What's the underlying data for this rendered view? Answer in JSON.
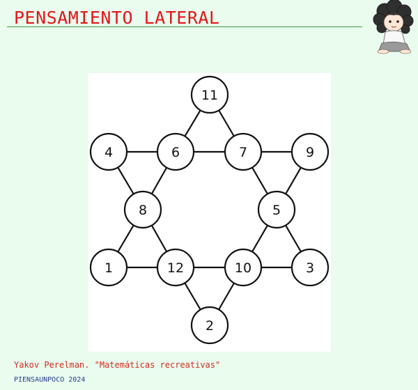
{
  "header": {
    "title": "PENSAMIENTO LATERAL"
  },
  "diagram": {
    "nodes": [
      {
        "id": "top",
        "label": "11"
      },
      {
        "id": "upper-left-outer",
        "label": "4"
      },
      {
        "id": "upper-left-inner",
        "label": "6"
      },
      {
        "id": "upper-right-inner",
        "label": "7"
      },
      {
        "id": "upper-right-outer",
        "label": "9"
      },
      {
        "id": "middle-left",
        "label": "8"
      },
      {
        "id": "middle-right",
        "label": "5"
      },
      {
        "id": "lower-left-outer",
        "label": "1"
      },
      {
        "id": "lower-left-inner",
        "label": "12"
      },
      {
        "id": "lower-right-inner",
        "label": "10"
      },
      {
        "id": "lower-right-outer",
        "label": "3"
      },
      {
        "id": "bottom",
        "label": "2"
      }
    ],
    "edges": [
      [
        "top",
        "upper-left-inner"
      ],
      [
        "top",
        "upper-right-inner"
      ],
      [
        "upper-left-outer",
        "upper-left-inner"
      ],
      [
        "upper-left-inner",
        "upper-right-inner"
      ],
      [
        "upper-right-inner",
        "upper-right-outer"
      ],
      [
        "upper-left-outer",
        "middle-left"
      ],
      [
        "upper-left-inner",
        "middle-left"
      ],
      [
        "upper-right-inner",
        "middle-right"
      ],
      [
        "upper-right-outer",
        "middle-right"
      ],
      [
        "middle-left",
        "lower-left-outer"
      ],
      [
        "middle-left",
        "lower-left-inner"
      ],
      [
        "middle-right",
        "lower-right-inner"
      ],
      [
        "middle-right",
        "lower-right-outer"
      ],
      [
        "lower-left-outer",
        "lower-left-inner"
      ],
      [
        "lower-left-inner",
        "lower-right-inner"
      ],
      [
        "lower-right-inner",
        "lower-right-outer"
      ],
      [
        "lower-left-inner",
        "bottom"
      ],
      [
        "lower-right-inner",
        "bottom"
      ]
    ]
  },
  "footer": {
    "credit": "Yakov Perelman. \"Matemáticas recreativas\"",
    "brand": "PIENSAUNPOCO 2024"
  },
  "colors": {
    "background": "#e9fcee",
    "title": "#e2171b",
    "rule": "#3d9a3d",
    "credit": "#d22b1e",
    "brand": "#2b3d8f"
  },
  "icons": {
    "avatar": "curly-haired-girl-illustration"
  }
}
